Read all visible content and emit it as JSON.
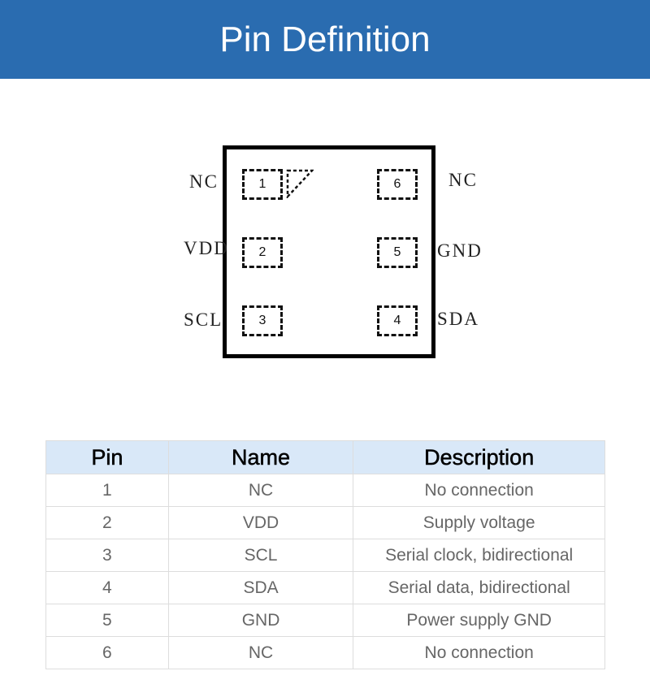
{
  "title": "Pin Definition",
  "diagram": {
    "pads": [
      {
        "num": "1",
        "label": "NC"
      },
      {
        "num": "2",
        "label": "VDD"
      },
      {
        "num": "3",
        "label": "SCL"
      },
      {
        "num": "4",
        "label": "SDA"
      },
      {
        "num": "5",
        "label": "GND"
      },
      {
        "num": "6",
        "label": "NC"
      }
    ]
  },
  "table": {
    "headers": [
      "Pin",
      "Name",
      "Description"
    ],
    "rows": [
      [
        "1",
        "NC",
        "No connection"
      ],
      [
        "2",
        "VDD",
        "Supply voltage"
      ],
      [
        "3",
        "SCL",
        "Serial clock, bidirectional"
      ],
      [
        "4",
        "SDA",
        "Serial data, bidirectional"
      ],
      [
        "5",
        "GND",
        "Power supply GND"
      ],
      [
        "6",
        "NC",
        "No connection"
      ]
    ]
  }
}
